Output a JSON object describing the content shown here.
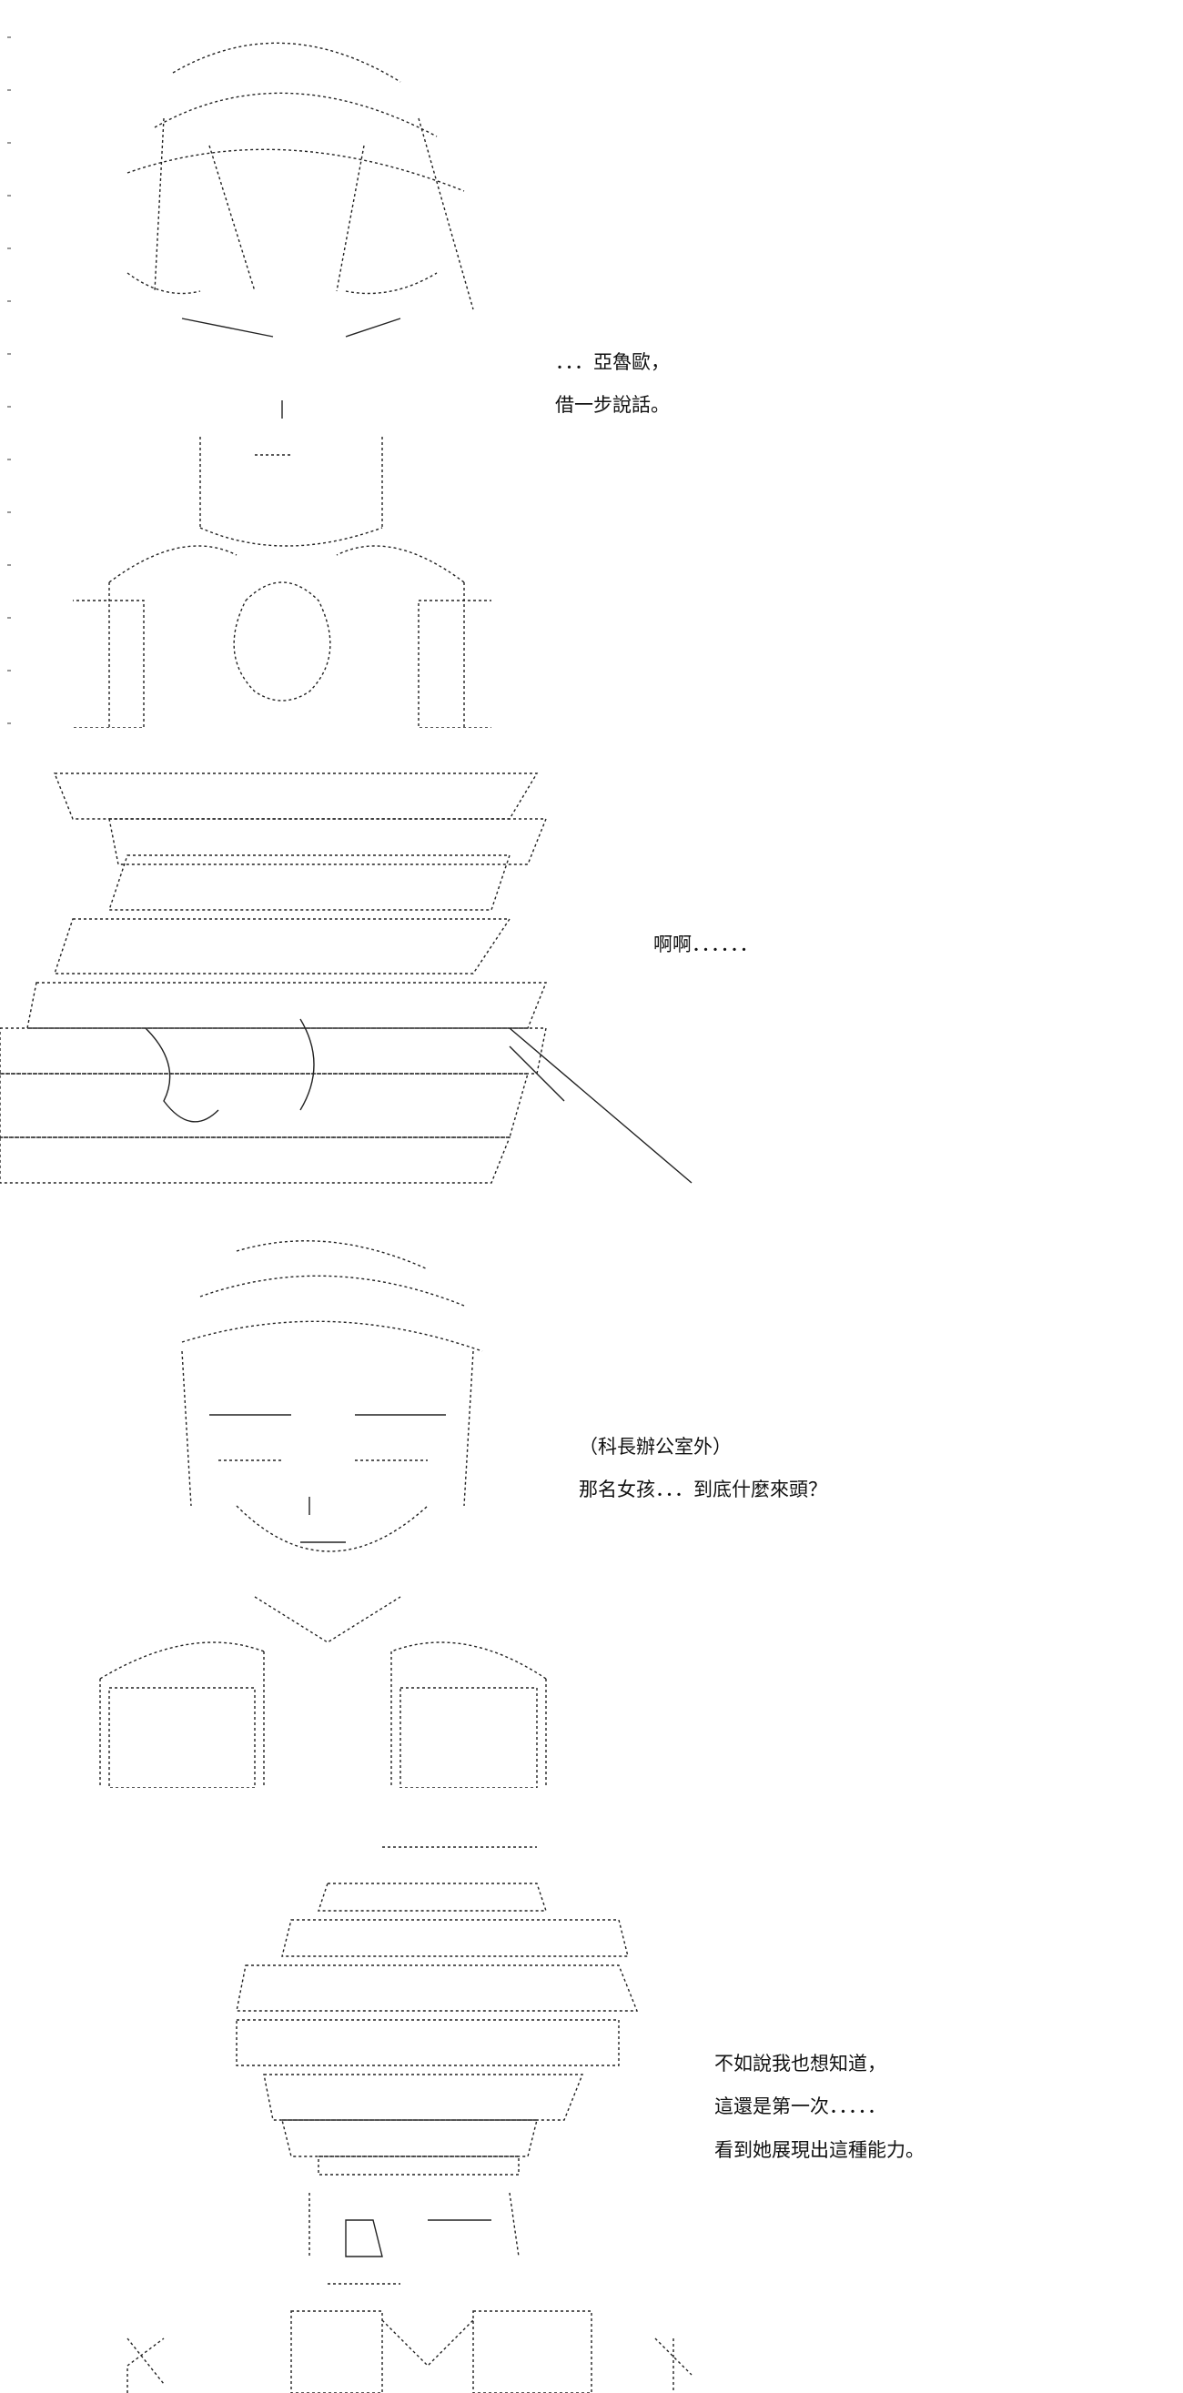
{
  "panels": [
    {
      "id": "panel-1",
      "lines": [
        "．．．亞魯歐，",
        "借一步說話。"
      ]
    },
    {
      "id": "panel-2",
      "lines": [
        "啊啊．．．．．．"
      ]
    },
    {
      "id": "panel-3",
      "lines": [
        "（科長辦公室外）",
        "那名女孩．．．到底什麼來頭？"
      ]
    },
    {
      "id": "panel-4",
      "lines": [
        "不如說我也想知道，",
        "這還是第一次．．．．．",
        "看到她展現出這種能力。"
      ]
    }
  ]
}
